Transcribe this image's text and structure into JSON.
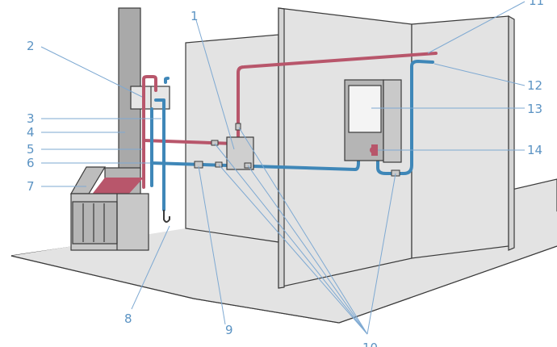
{
  "diagram": {
    "title": "Heating system with stove boiler (schematic)",
    "colors": {
      "hot_pipe": "#b8566b",
      "cold_pipe": "#3f87b8",
      "label": "#5b93c3",
      "wall": "#e3e3e3",
      "chimney": "#a9a9a9"
    },
    "labels": [
      {
        "id": "1",
        "text": "1"
      },
      {
        "id": "2",
        "text": "2"
      },
      {
        "id": "3",
        "text": "3"
      },
      {
        "id": "4",
        "text": "4"
      },
      {
        "id": "5",
        "text": "5"
      },
      {
        "id": "6",
        "text": "6"
      },
      {
        "id": "7",
        "text": "7"
      },
      {
        "id": "8",
        "text": "8"
      },
      {
        "id": "9",
        "text": "9"
      },
      {
        "id": "10",
        "text": "10"
      },
      {
        "id": "11",
        "text": "11"
      },
      {
        "id": "12",
        "text": "12"
      },
      {
        "id": "13",
        "text": "13"
      },
      {
        "id": "14",
        "text": "14"
      }
    ]
  }
}
